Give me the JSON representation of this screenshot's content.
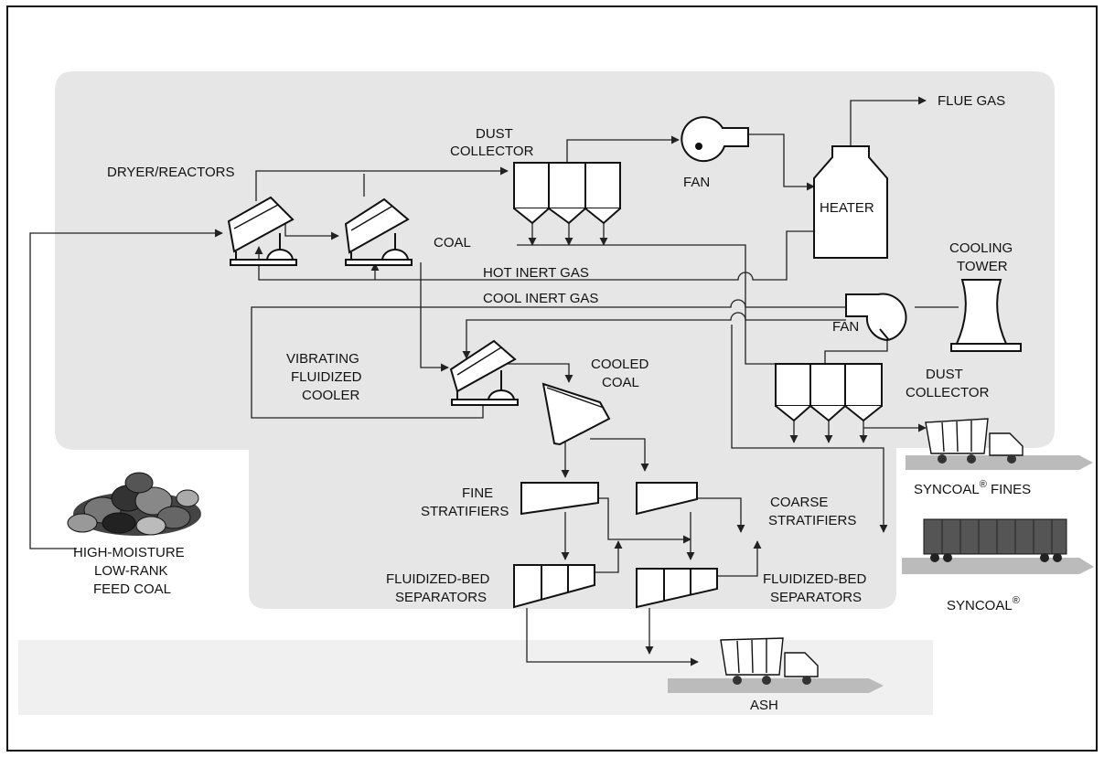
{
  "labels": {
    "flue_gas": "FLUE GAS",
    "dust_collector_1a": "DUST",
    "dust_collector_1b": "COLLECTOR",
    "fan_1": "FAN",
    "heater": "HEATER",
    "dryer_reactors": "DRYER/REACTORS",
    "coal": "COAL",
    "hot_inert_gas": "HOT INERT GAS",
    "cool_inert_gas": "COOL INERT GAS",
    "cooling_tower_a": "COOLING",
    "cooling_tower_b": "TOWER",
    "fan_2": "FAN",
    "dust_collector_2a": "DUST",
    "dust_collector_2b": "COLLECTOR",
    "vibrating_a": "VIBRATING",
    "vibrating_b": "FLUIDIZED",
    "vibrating_c": "COOLER",
    "cooled_coal_a": "COOLED",
    "cooled_coal_b": "COAL",
    "fine_strat_a": "FINE",
    "fine_strat_b": "STRATIFIERS",
    "coarse_strat_a": "COARSE",
    "coarse_strat_b": "STRATIFIERS",
    "fbs_left_a": "FLUIDIZED-BED",
    "fbs_left_b": "SEPARATORS",
    "fbs_right_a": "FLUIDIZED-BED",
    "fbs_right_b": "SEPARATORS",
    "feed_a": "HIGH-MOISTURE",
    "feed_b": "LOW-RANK",
    "feed_c": "FEED COAL",
    "syncoal_fines": "SYNCOAL",
    "syncoal_fines_suffix": " FINES",
    "syncoal": "SYNCOAL",
    "registered": "®",
    "ash": "ASH"
  },
  "colors": {
    "panel": "#e6e6e6",
    "line": "#222222",
    "equipment_fill": "#ffffff"
  }
}
